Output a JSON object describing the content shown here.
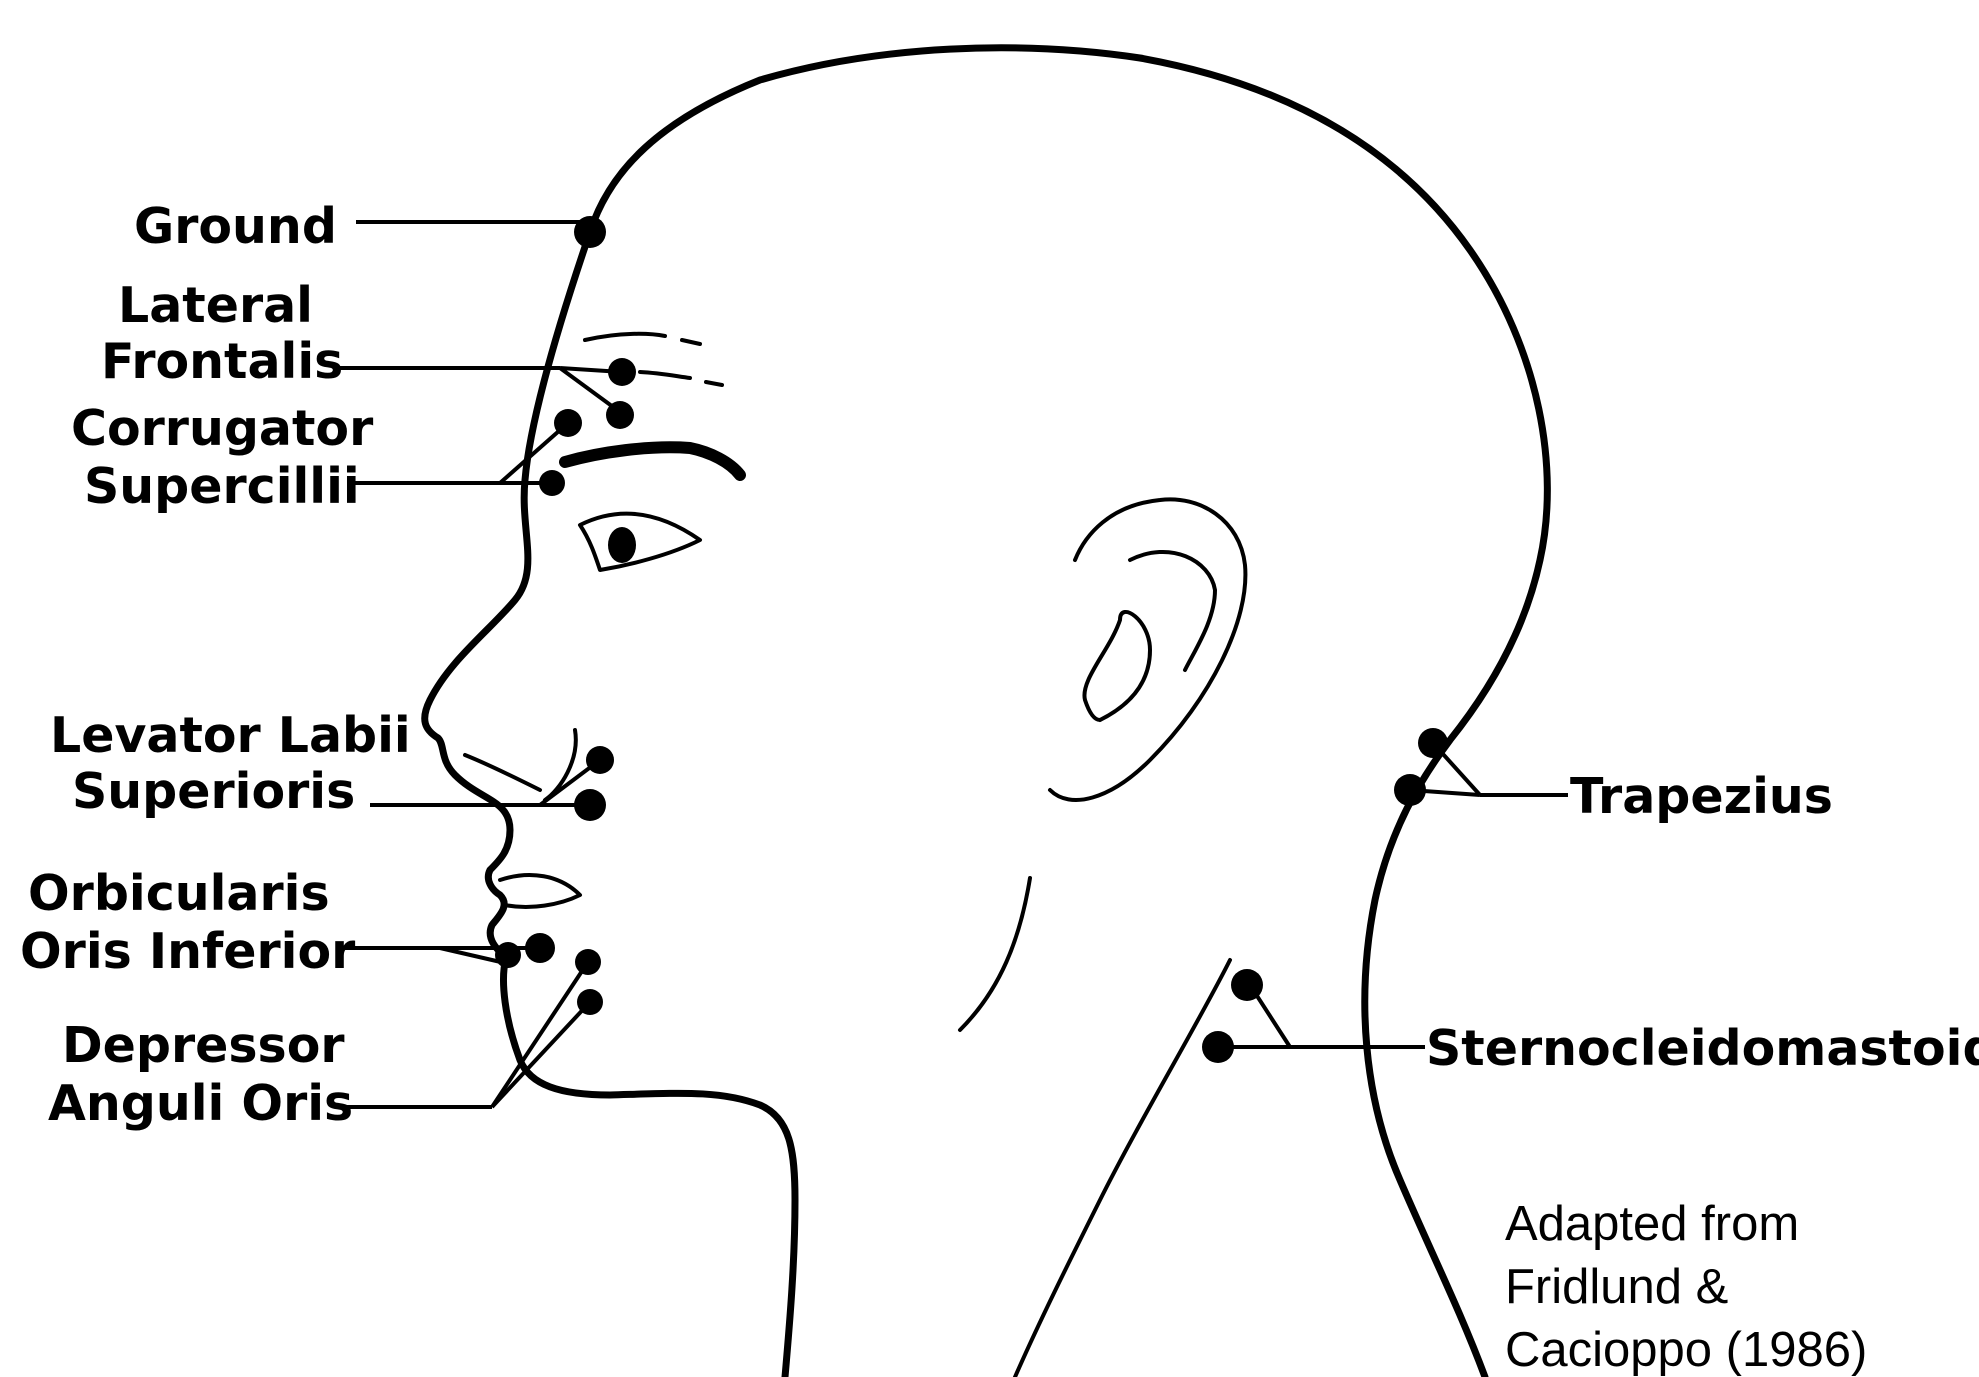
{
  "labels": {
    "ground": "Ground",
    "lateral_frontalis": [
      "Lateral",
      "Frontalis"
    ],
    "corrugator_supercilii": [
      "Corrugator",
      "Supercillii"
    ],
    "levator_labii_superioris": [
      "Levator Labii",
      "Superioris"
    ],
    "orbicularis_oris_inferior": [
      "Orbicularis",
      "Oris Inferior"
    ],
    "depressor_anguli_oris": [
      "Depressor",
      "Anguli Oris"
    ],
    "trapezius": "Trapezius",
    "sternocleidomastoid": "Sternocleidomastoid"
  },
  "credit": [
    "Adapted from",
    "Fridlund &",
    "Cacioppo (1986)"
  ],
  "colors": {
    "line": "#000000",
    "background": "#ffffff"
  }
}
